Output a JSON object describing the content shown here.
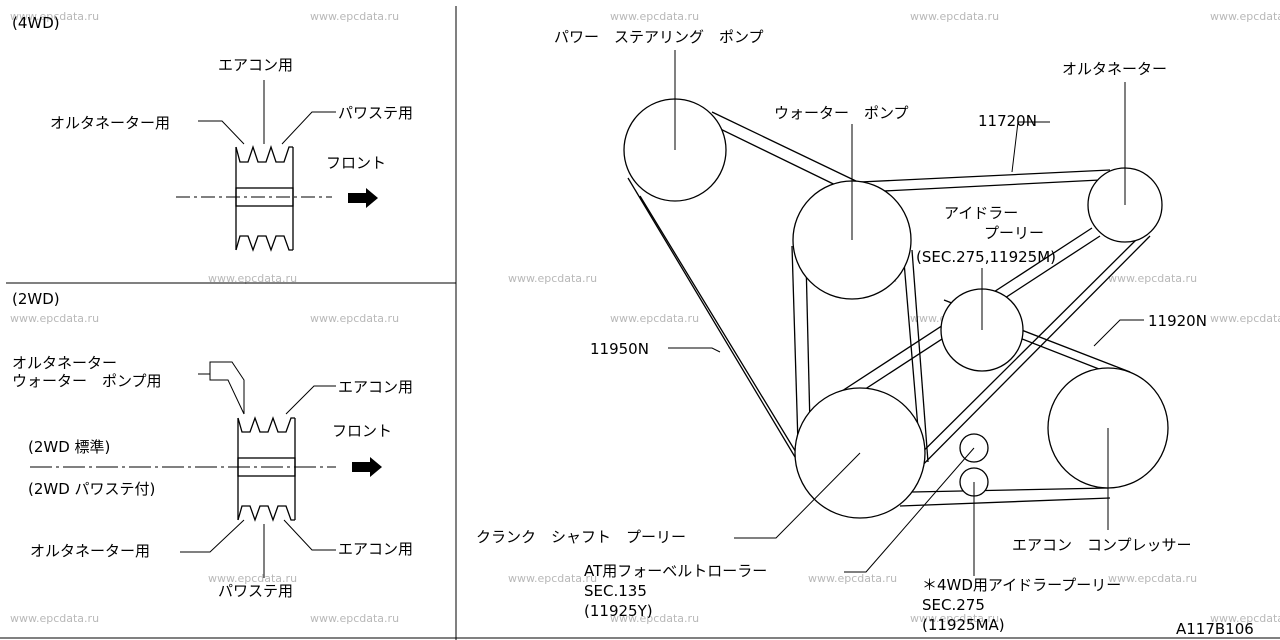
{
  "watermark": "www.epcdata.ru",
  "panel_4wd": {
    "title": "(4WD)",
    "aircon_label": "エアコン用",
    "alternator_label": "オルタネーター用",
    "power_steering_label": "パワステ用",
    "front_label": "フロント"
  },
  "panel_2wd": {
    "title": "(2WD)",
    "alt_water_label_line1": "オルタネーター",
    "alt_water_label_line2": "ウォーター　ポンプ用",
    "aircon_top_label": "エアコン用",
    "front_label": "フロント",
    "std_label": "(2WD 標準)",
    "ps_label": "(2WD パワステ付)",
    "alternator_bottom_label": "オルタネーター用",
    "aircon_bottom_label": "エアコン用",
    "power_steering_bottom_label": "パワステ用"
  },
  "main": {
    "power_steering_pump": "パワー　ステアリング　ポンプ",
    "water_pump": "ウォーター　ポンプ",
    "belt_11720n": "11720N",
    "alternator": "オルタネーター",
    "idler_pulley_line1": "アイドラー",
    "idler_pulley_line2": "プーリー",
    "idler_pulley_line3": "(SEC.275,11925M)",
    "belt_11920n": "11920N",
    "belt_11950n": "11950N",
    "crankshaft_pulley": "クランク　シャフト　プーリー",
    "aircon_compressor": "エアコン　コンプレッサー",
    "at_roller_line1": "AT用フォーベルトローラー",
    "at_roller_line2": "SEC.135",
    "at_roller_line3": "(11925Y)",
    "idler_4wd_line1": "＊4WD用アイドラープーリー",
    "idler_4wd_line2": "SEC.275",
    "idler_4wd_line3": "(11925MA)",
    "figure_code": "A117B106"
  }
}
